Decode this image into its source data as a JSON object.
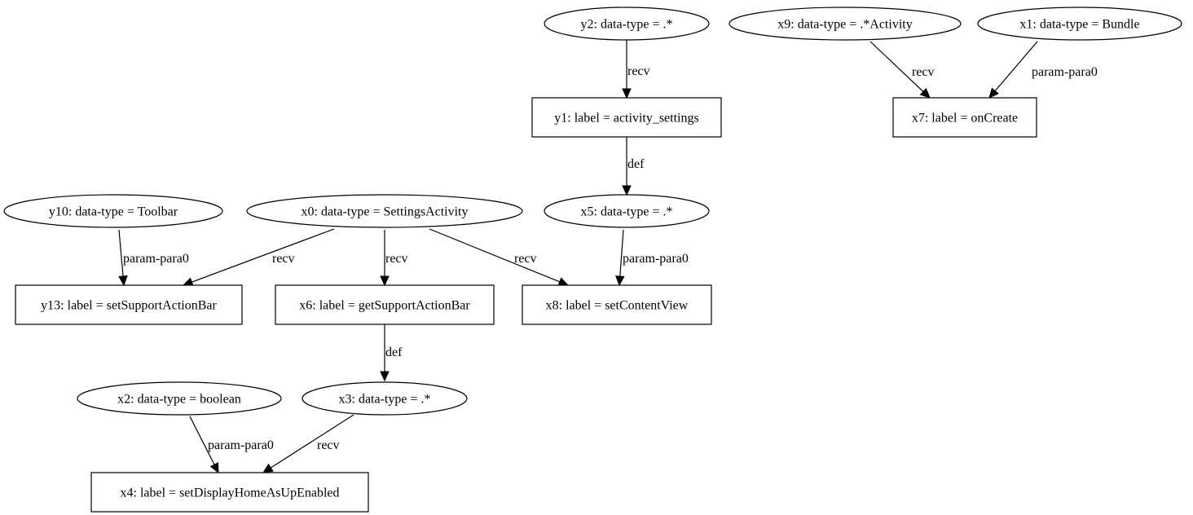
{
  "nodes": [
    {
      "id": "y2",
      "shape": "ellipse",
      "label": "y2: data-type = .*"
    },
    {
      "id": "x9",
      "shape": "ellipse",
      "label": "x9: data-type = .*Activity"
    },
    {
      "id": "x1",
      "shape": "ellipse",
      "label": "x1: data-type = Bundle"
    },
    {
      "id": "y1",
      "shape": "box",
      "label": "y1: label = activity_settings"
    },
    {
      "id": "x7",
      "shape": "box",
      "label": "x7: label = onCreate"
    },
    {
      "id": "y10",
      "shape": "ellipse",
      "label": "y10: data-type = Toolbar"
    },
    {
      "id": "x0",
      "shape": "ellipse",
      "label": "x0: data-type = SettingsActivity"
    },
    {
      "id": "x5",
      "shape": "ellipse",
      "label": "x5: data-type = .*"
    },
    {
      "id": "y13",
      "shape": "box",
      "label": "y13: label = setSupportActionBar"
    },
    {
      "id": "x6",
      "shape": "box",
      "label": "x6: label = getSupportActionBar"
    },
    {
      "id": "x8",
      "shape": "box",
      "label": "x8: label = setContentView"
    },
    {
      "id": "x2",
      "shape": "ellipse",
      "label": "x2: data-type = boolean"
    },
    {
      "id": "x3",
      "shape": "ellipse",
      "label": "x3: data-type = .*"
    },
    {
      "id": "x4",
      "shape": "box",
      "label": "x4: label = setDisplayHomeAsUpEnabled"
    }
  ],
  "edges": [
    {
      "from": "y2",
      "to": "y1",
      "label": "recv"
    },
    {
      "from": "x9",
      "to": "x7",
      "label": "recv"
    },
    {
      "from": "x1",
      "to": "x7",
      "label": "param-para0"
    },
    {
      "from": "y1",
      "to": "x5",
      "label": "def"
    },
    {
      "from": "y10",
      "to": "y13",
      "label": "param-para0"
    },
    {
      "from": "x0",
      "to": "y13",
      "label": "recv"
    },
    {
      "from": "x0",
      "to": "x6",
      "label": "recv"
    },
    {
      "from": "x0",
      "to": "x8",
      "label": "recv"
    },
    {
      "from": "x5",
      "to": "x8",
      "label": "param-para0"
    },
    {
      "from": "x6",
      "to": "x3",
      "label": "def"
    },
    {
      "from": "x2",
      "to": "x4",
      "label": "param-para0"
    },
    {
      "from": "x3",
      "to": "x4",
      "label": "recv"
    }
  ]
}
